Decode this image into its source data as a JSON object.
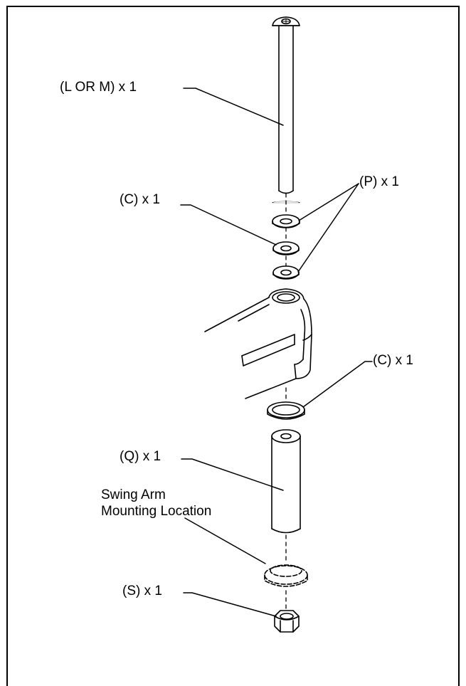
{
  "labels": {
    "bolt": "(L OR M) x 1",
    "washer_p": "(P) x 1",
    "washer_c_top": "(C) x 1",
    "bushing_c": "(C) x 1",
    "spacer_q": "(Q) x 1",
    "swing_arm_line1": "Swing Arm",
    "swing_arm_line2": "Mounting Location",
    "nut_s": "(S) x 1"
  }
}
